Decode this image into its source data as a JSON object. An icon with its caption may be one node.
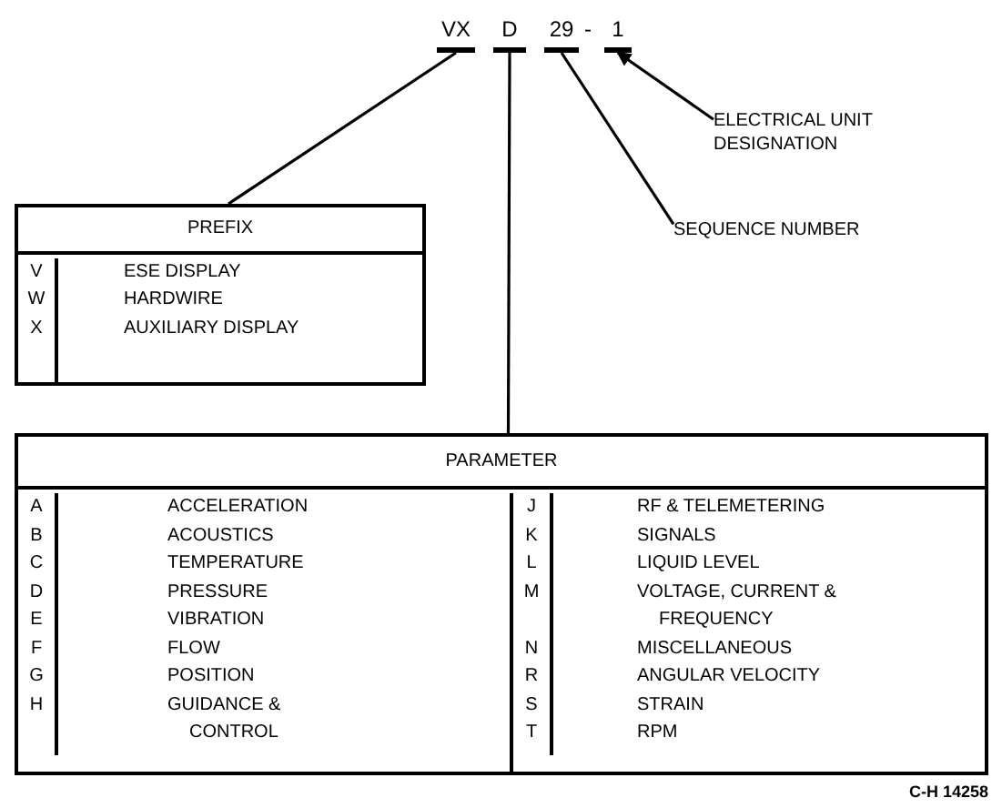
{
  "diagram": {
    "nodes": [
      {
        "text": [
          "VX"
        ]
      },
      {
        "text": [
          "D"
        ]
      },
      {
        "text": [
          "29"
        ]
      },
      {
        "text": [
          "1"
        ]
      },
      {
        "text": [
          "ELECTRICAL UNIT DESIGNATION"
        ]
      },
      {
        "text": [
          "SEQUENCE NUMBER"
        ]
      },
      {
        "text": [
          "PREFIX"
        ]
      },
      {
        "text": [
          "PARAMETER"
        ]
      }
    ],
    "edges": [
      {
        "from": 0,
        "to": 6,
        "arrow": "none"
      },
      {
        "from": 1,
        "to": 7,
        "arrow": "none"
      },
      {
        "from": 2,
        "to": 5,
        "arrow": "none"
      },
      {
        "from": 4,
        "to": 3,
        "arrow": "to"
      }
    ],
    "labels": [
      "-",
      "V",
      "ESE DISPLAY",
      "W",
      "HARDWIRE",
      "X",
      "AUXILIARY DISPLAY",
      "A",
      "ACCELERATION",
      "B",
      "ACOUSTICS",
      "C",
      "TEMPERATURE",
      "D",
      "PRESSURE",
      "E",
      "VIBRATION",
      "F",
      "FLOW",
      "G",
      "POSITION",
      "H",
      "GUIDANCE & CONTROL",
      "J",
      "RF & TELEMETERING",
      "K",
      "SIGNALS",
      "L",
      "LIQUID LEVEL",
      "M",
      "VOLTAGE, CURRENT & FREQUENCY",
      "N",
      "MISCELLANEOUS",
      "R",
      "ANGULAR VELOCITY",
      "S",
      "STRAIN",
      "T",
      "RPM",
      "C-H 14258"
    ]
  }
}
